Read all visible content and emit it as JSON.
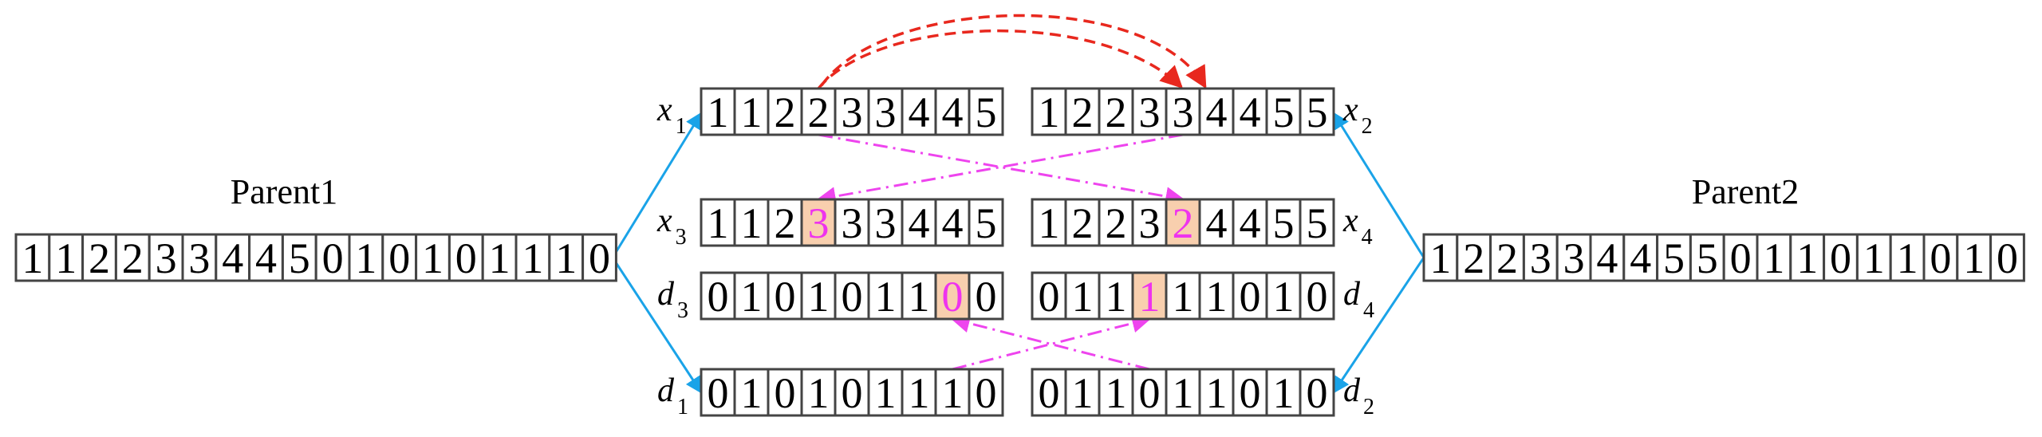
{
  "parents": [
    {
      "title": "Parent1",
      "genes": [
        "1",
        "1",
        "2",
        "2",
        "3",
        "3",
        "4",
        "4",
        "5",
        "0",
        "1",
        "0",
        "1",
        "0",
        "1",
        "1",
        "1",
        "0"
      ]
    },
    {
      "title": "Parent2",
      "genes": [
        "1",
        "2",
        "2",
        "3",
        "3",
        "4",
        "4",
        "5",
        "5",
        "0",
        "1",
        "1",
        "0",
        "1",
        "1",
        "0",
        "1",
        "0"
      ]
    }
  ],
  "rows": {
    "x1": {
      "var": "x",
      "sub": "1",
      "genes": [
        "1",
        "1",
        "2",
        "2",
        "3",
        "3",
        "4",
        "4",
        "5"
      ],
      "highlight": null
    },
    "x2": {
      "var": "x",
      "sub": "2",
      "genes": [
        "1",
        "2",
        "2",
        "3",
        "3",
        "4",
        "4",
        "5",
        "5"
      ],
      "highlight": null
    },
    "x3": {
      "var": "x",
      "sub": "3",
      "genes": [
        "1",
        "1",
        "2",
        "3",
        "3",
        "3",
        "4",
        "4",
        "5"
      ],
      "highlight": 3
    },
    "x4": {
      "var": "x",
      "sub": "4",
      "genes": [
        "1",
        "2",
        "2",
        "3",
        "2",
        "4",
        "4",
        "5",
        "5"
      ],
      "highlight": 4
    },
    "d3": {
      "var": "d",
      "sub": "3",
      "genes": [
        "0",
        "1",
        "0",
        "1",
        "0",
        "1",
        "1",
        "0",
        "0"
      ],
      "highlight": 7
    },
    "d4": {
      "var": "d",
      "sub": "4",
      "genes": [
        "0",
        "1",
        "1",
        "1",
        "1",
        "1",
        "0",
        "1",
        "0"
      ],
      "highlight": 3
    },
    "d1": {
      "var": "d",
      "sub": "1",
      "genes": [
        "0",
        "1",
        "0",
        "1",
        "0",
        "1",
        "1",
        "1",
        "0"
      ],
      "highlight": null
    },
    "d2": {
      "var": "d",
      "sub": "2",
      "genes": [
        "0",
        "1",
        "1",
        "0",
        "1",
        "1",
        "0",
        "1",
        "0"
      ],
      "highlight": null
    }
  },
  "colors": {
    "split_arrow": "#1aa3e8",
    "swap_arrow": "#e8281e",
    "crossover_arrow": "#ee44ee",
    "highlight_fill": "#f8cfae",
    "highlight_text": "#ee33ee"
  }
}
